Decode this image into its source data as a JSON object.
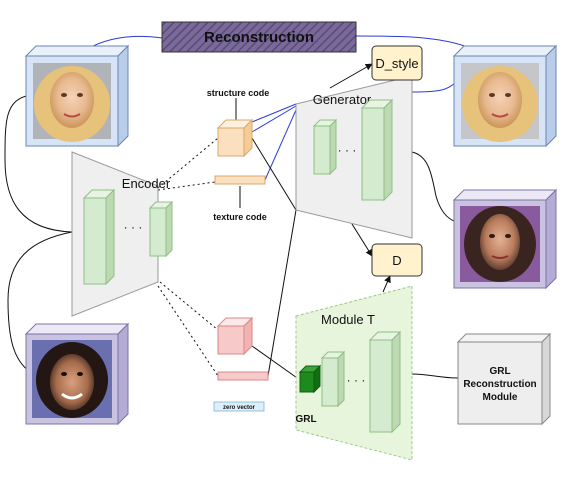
{
  "title": "Reconstruction",
  "labels": {
    "structure_code": "structure code",
    "texture_code": "texture code",
    "encoder": "Encoder",
    "generator": "Generator",
    "module_t": "Module T",
    "d_style": "D_style",
    "d": "D",
    "zero_vector": "zero vector",
    "grl": "GRL",
    "dots": "· · ·",
    "grl_module_line1": "GRL",
    "grl_module_line2": "Reconstruction",
    "grl_module_line3": "Module"
  },
  "images": {
    "input_face_top": "blonde-woman-face",
    "output_face_top": "blonde-woman-face",
    "input_face_bottom": "dark-haired-woman-face",
    "output_face_middle": "brunette-woman-face"
  },
  "colors": {
    "title_bg": "#7a6a9a",
    "title_stripe": "#5a4a7a",
    "frame_blue": "#d6e4f5",
    "frame_purple": "#c9c2e0",
    "block_green": "#d5ebcf",
    "block_orange": "#fbe0bf",
    "block_pink": "#f7c9c9",
    "module_t_bg": "#e7f5dc",
    "d_box": "#fff2cc",
    "grl_green": "#1d8a1d"
  }
}
